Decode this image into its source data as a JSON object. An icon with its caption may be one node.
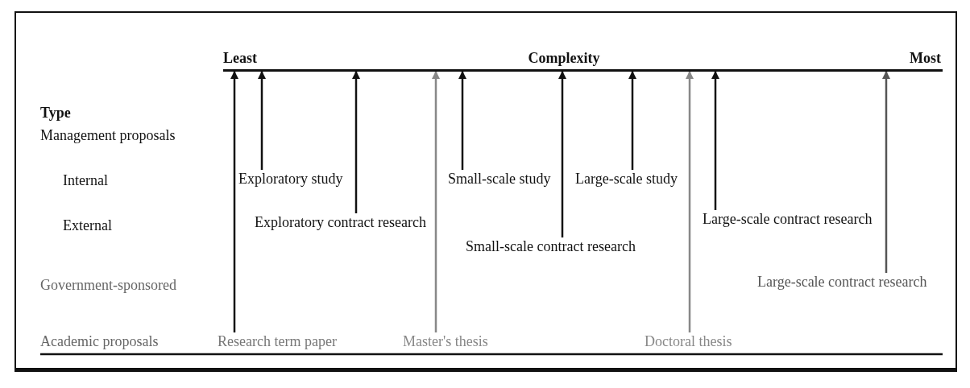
{
  "diagram": {
    "nodes": [
      {
        "text": [
          "Research term paper"
        ]
      },
      {
        "text": [
          "Exploratory study"
        ]
      },
      {
        "text": [
          "Exploratory contract research"
        ]
      },
      {
        "text": [
          "Master's thesis"
        ]
      },
      {
        "text": [
          "Small-scale study"
        ]
      },
      {
        "text": [
          "Small-scale contract research"
        ]
      },
      {
        "text": [
          "Large-scale study"
        ]
      },
      {
        "text": [
          "Doctoral thesis"
        ]
      },
      {
        "text": [
          "Large-scale contract research"
        ]
      },
      {
        "text": [
          "Large-scale contract research"
        ]
      },
      {
        "text": [],
        "shape": "bar"
      }
    ],
    "edges": [
      {
        "from": 0,
        "to": 10,
        "arrow": "to"
      },
      {
        "from": 1,
        "to": 10,
        "arrow": "to"
      },
      {
        "from": 2,
        "to": 10,
        "arrow": "to"
      },
      {
        "from": 3,
        "to": 10,
        "arrow": "to",
        "color": "#888888"
      },
      {
        "from": 4,
        "to": 10,
        "arrow": "to"
      },
      {
        "from": 5,
        "to": 10,
        "arrow": "to"
      },
      {
        "from": 6,
        "to": 10,
        "arrow": "to"
      },
      {
        "from": 7,
        "to": 10,
        "arrow": "to",
        "color": "#888888"
      },
      {
        "from": 8,
        "to": 10,
        "arrow": "to"
      },
      {
        "from": 9,
        "to": 10,
        "arrow": "to",
        "color": "#555555"
      }
    ],
    "labels": [
      "Least",
      "Complexity",
      "Most",
      "Type",
      "Management proposals",
      "Internal",
      "External",
      "Government-sponsored",
      "Academic proposals"
    ]
  }
}
